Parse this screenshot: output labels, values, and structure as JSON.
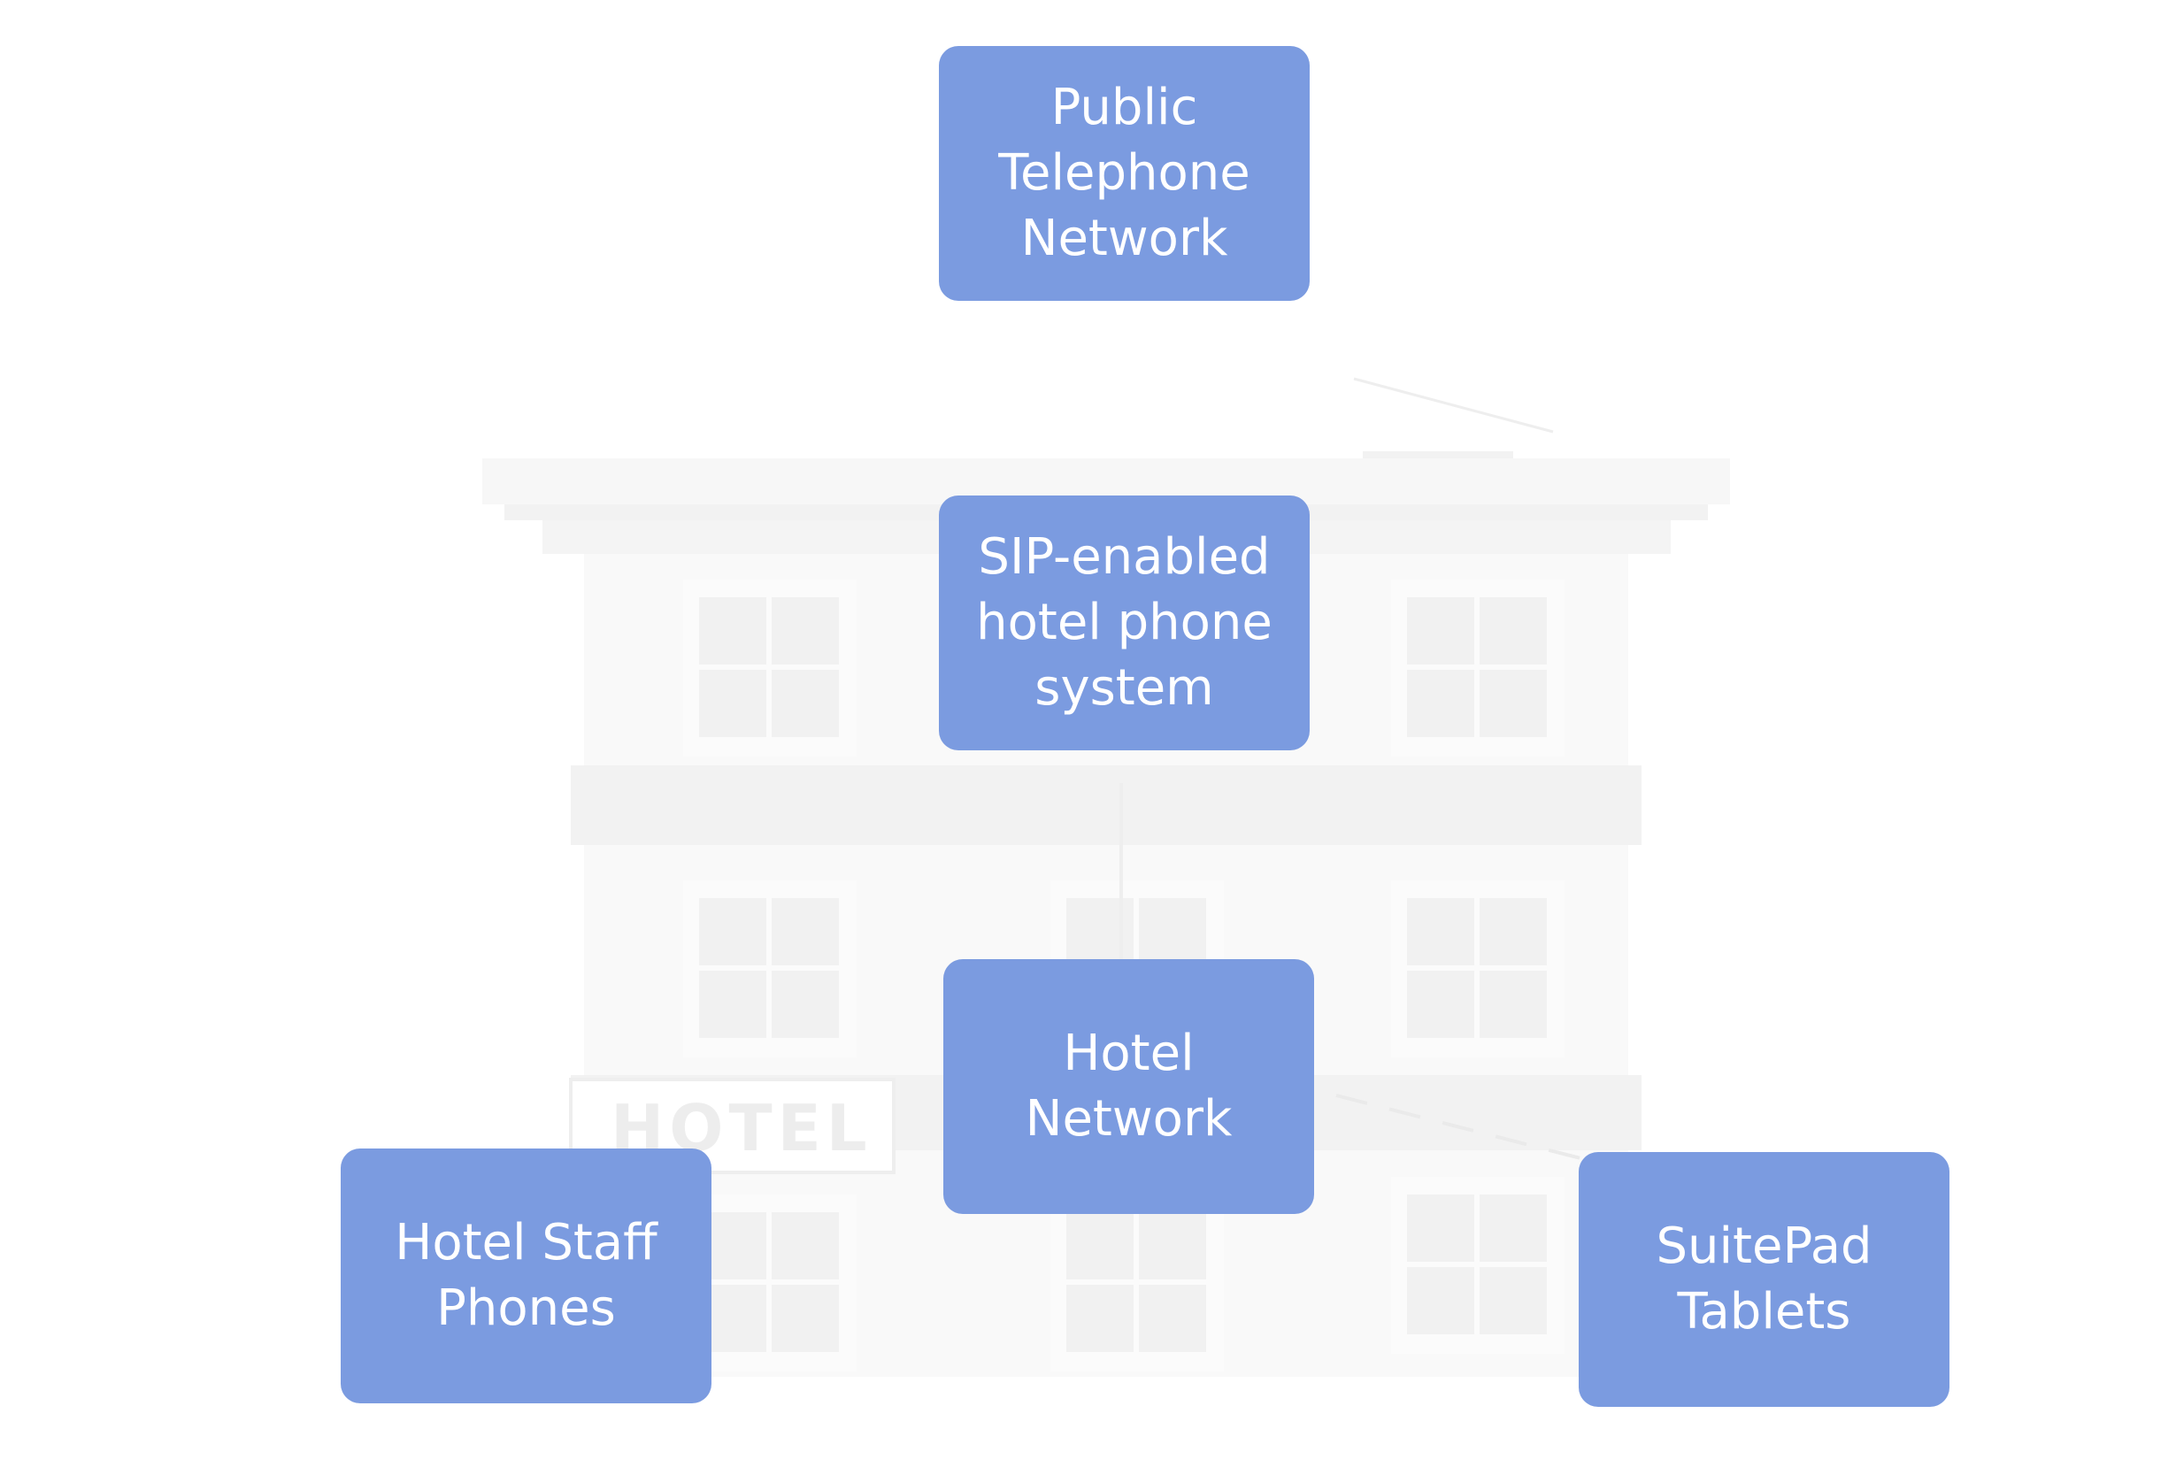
{
  "nodes": {
    "pstn": {
      "label": "Public\nTelephone\nNetwork"
    },
    "sip": {
      "label": "SIP-enabled\nhotel phone\nsystem"
    },
    "net": {
      "label": "Hotel\nNetwork"
    },
    "staff": {
      "label": "Hotel Staff\nPhones"
    },
    "suite": {
      "label": "SuitePad\nTablets"
    }
  },
  "building": {
    "sign_text": "HOTEL"
  },
  "colors": {
    "node_fill": "#7b9be0",
    "node_text": "#ffffff",
    "building": "#f5f5f5"
  }
}
